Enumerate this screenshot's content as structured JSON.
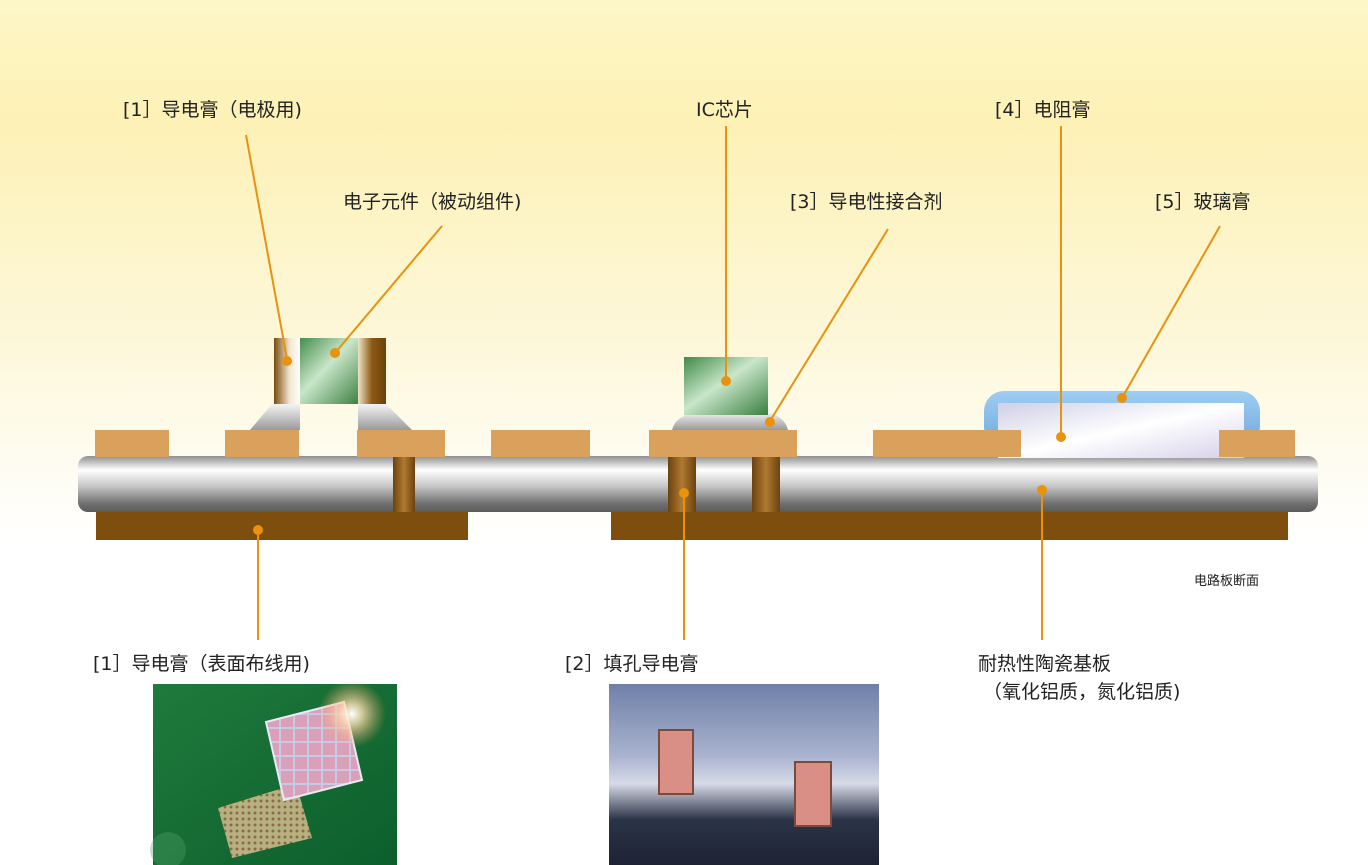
{
  "labels": {
    "paste1_electrode": "[1］导电膏（电极用)",
    "ic_chip": "IC芯片",
    "paste4_resistor": "[4］电阻膏",
    "passive_component": "电子元件（被动组件)",
    "paste3_adhesive": "[3］导电性接合剂",
    "paste5_glass": "[5］玻璃膏",
    "board_section": "电路板断面",
    "paste1_surface": "[1］导电膏（表面布线用)",
    "paste2_via": "[2］填孔导电膏",
    "substrate_line1": "耐热性陶瓷基板",
    "substrate_line2": "（氧化铝质，氮化铝质)"
  },
  "colors": {
    "leader": "#e8920e",
    "copper": "#d9a15c",
    "copper_dark": "#7d4e0e",
    "glass_blue": "#8fc2ec",
    "chip_green": "#5aa35e"
  }
}
